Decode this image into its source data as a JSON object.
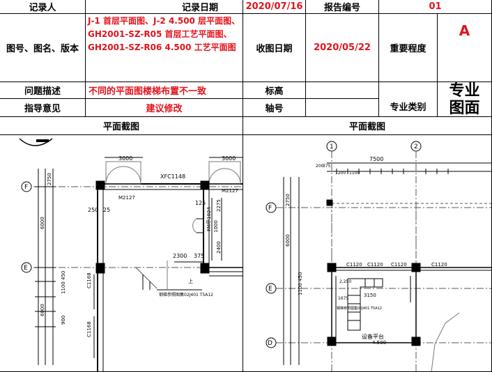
{
  "header": {
    "recorder_label": "记录人",
    "recorder_value": "",
    "record_date_label": "记录日期",
    "record_date_value": "2020/07/16",
    "report_no_label": "报告编号",
    "report_no_value": "01"
  },
  "drawing_info": {
    "label": "图号、图名、版本",
    "value": "J-1 首层平面图、J-2 4.500 层平面图、GH2001-SZ-R05 首层工艺平面图、GH2001-SZ-R06 4.500 工艺平面图",
    "received_label": "收图日期",
    "received_value": "2020/05/22",
    "importance_label": "重要程度",
    "importance_value": "A"
  },
  "issue": {
    "label": "问题描述",
    "value": "不同的平面图楼梯布置不一致",
    "elevation_label": "标高",
    "elevation_value": "",
    "discipline_label": "专业类别",
    "discipline_value": "专业图面"
  },
  "guidance": {
    "label": "指导意见",
    "value": "建议修改",
    "axis_label": "轴号",
    "axis_value": ""
  },
  "screenshots": {
    "left_title": "平面截图",
    "right_title": "平面截图"
  },
  "left_plan": {
    "axis_f": "F",
    "axis_e": "E",
    "dim_3000_a": "3000",
    "dim_3000_b": "3000",
    "door_xfc": "XFC1148",
    "door_m2127_a": "M2127",
    "door_m2127_b": "M2127",
    "door_fm": "FM甲1024",
    "dim_6000_a": "6000",
    "dim_6000_b": "6000",
    "dim_2750": "2750",
    "dim_250": "250",
    "dim_25": "25",
    "dim_125": "125",
    "dim_2275": "2275",
    "dim_1000": "1000",
    "dim_2400": "2400",
    "dim_2300": "2300",
    "dim_375": "375",
    "dim_450": "450",
    "dim_1100": "1100",
    "dim_900": "900",
    "win_c1168_a": "C1168",
    "win_c1168_b": "C1168",
    "stair_note": "钢梯参照图集02J401 T5A12",
    "mark_up": "上"
  },
  "right_plan": {
    "axis_1": "1",
    "axis_2": "2",
    "axis_f": "F",
    "axis_e": "E",
    "axis_d": "D",
    "dim_7500": "7500",
    "dim_200": "200",
    "dim_375": "375",
    "dim_1200": "1200",
    "dim_1100": "1100",
    "dim_2750": "2750",
    "dim_6000": "6000",
    "dim_1100_450": "1100 450",
    "win_c1120_a": "C1120",
    "win_c1120_b": "C1120",
    "win_c1120_c": "C1120",
    "win_c1120_d": "C1120",
    "dim_3150": "3150",
    "dim_1675": "1675",
    "dim_2250": "2,250",
    "stair_note": "钢梯参照图集02J401 T5A12",
    "platform_label": "设备平台",
    "platform_elev": "4.500"
  }
}
